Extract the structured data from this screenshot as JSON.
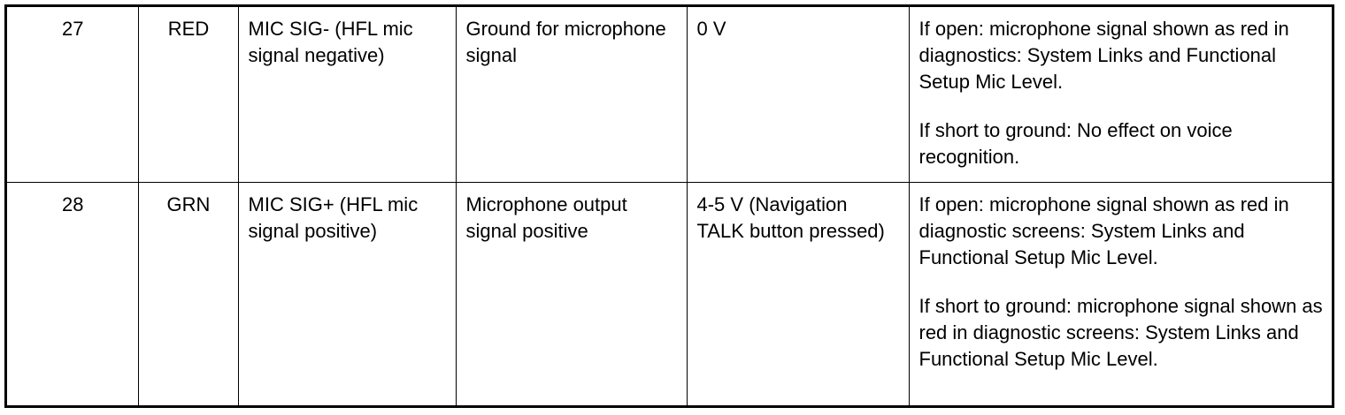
{
  "table": {
    "rows": [
      {
        "pin": "27",
        "color": "RED",
        "circuit": "MIC SIG- (HFL mic signal negative)",
        "description": "Ground for microphone signal",
        "voltage": "0 V",
        "effects": [
          "If open: microphone signal shown as red in diagnostics: System Links and Functional Setup Mic Level.",
          "If short to ground: No effect on voice recognition."
        ]
      },
      {
        "pin": "28",
        "color": "GRN",
        "circuit": "MIC SIG+ (HFL mic signal positive)",
        "description": "Microphone output signal positive",
        "voltage": "4-5 V (Navigation TALK button pressed)",
        "effects": [
          "If open: microphone signal shown as red in diagnostic screens: System Links and Functional Setup Mic Level.",
          "If short to ground: microphone signal shown as red in diagnostic screens: System Links and Functional Setup Mic Level."
        ]
      }
    ]
  }
}
